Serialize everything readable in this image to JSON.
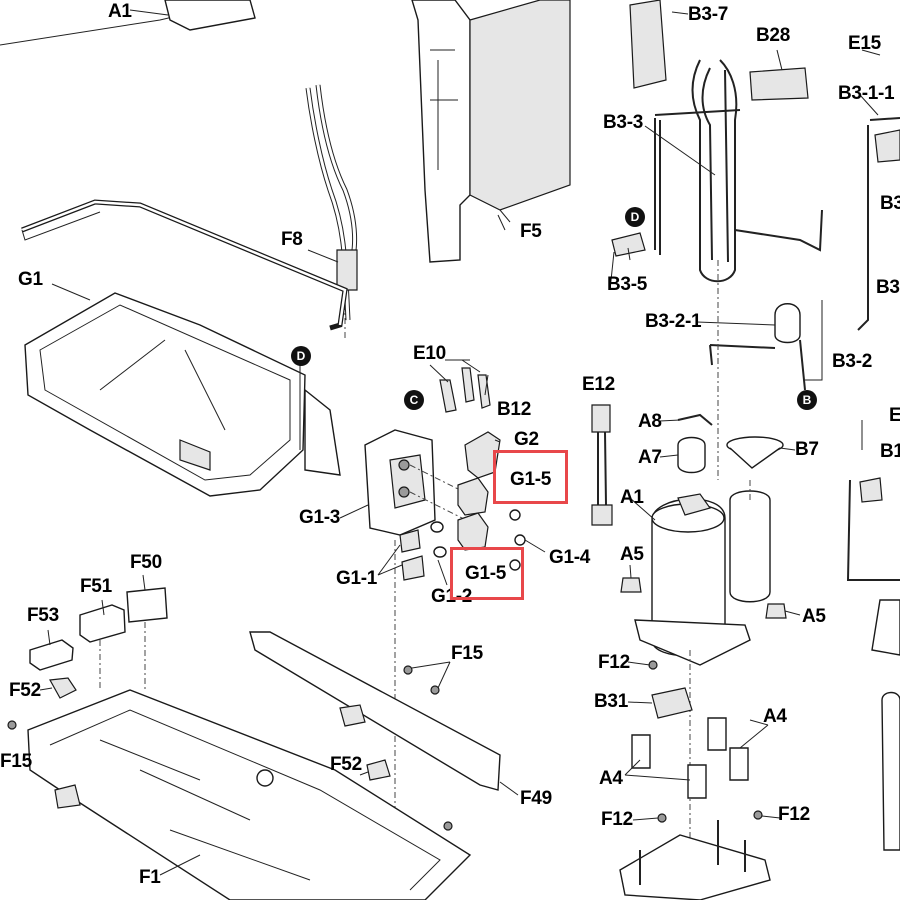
{
  "diagram": {
    "part_labels": {
      "a1_top": "A1",
      "b3_7": "B3-7",
      "b28": "B28",
      "e15_top": "E15",
      "b3_1_1": "B3-1-1",
      "b3_3": "B3-3",
      "b3_right": "B3",
      "f5": "F5",
      "f8": "F8",
      "g1": "G1",
      "b3_5": "B3-5",
      "b3_dash_right": "B3-",
      "b3_2_1": "B3-2-1",
      "b3_2": "B3-2",
      "e10": "E10",
      "b12": "B12",
      "e12": "E12",
      "g2": "G2",
      "a8": "A8",
      "a7": "A7",
      "b7": "B7",
      "e_right": "E",
      "b1_right": "B1",
      "g1_5_upper": "G1-5",
      "g1_3": "G1-3",
      "a1": "A1",
      "g1_4": "G1-4",
      "a5_left": "A5",
      "a5_right": "A5",
      "g1_1": "G1-1",
      "g1_5_lower": "G1-5",
      "g1_2": "G1-2",
      "f50": "F50",
      "f51": "F51",
      "f53": "F53",
      "f15_mid": "F15",
      "f12_upper": "F12",
      "f52_left": "F52",
      "b31": "B31",
      "a4_right": "A4",
      "f15_left": "F15",
      "f52_mid": "F52",
      "a4_left": "A4",
      "f49": "F49",
      "f12_lower_left": "F12",
      "f12_lower_right": "F12",
      "f1": "F1"
    },
    "reference_markers": {
      "d_upper": "D",
      "d_middle": "D",
      "c": "C",
      "b": "B"
    },
    "highlight_color": "#e8474a"
  }
}
